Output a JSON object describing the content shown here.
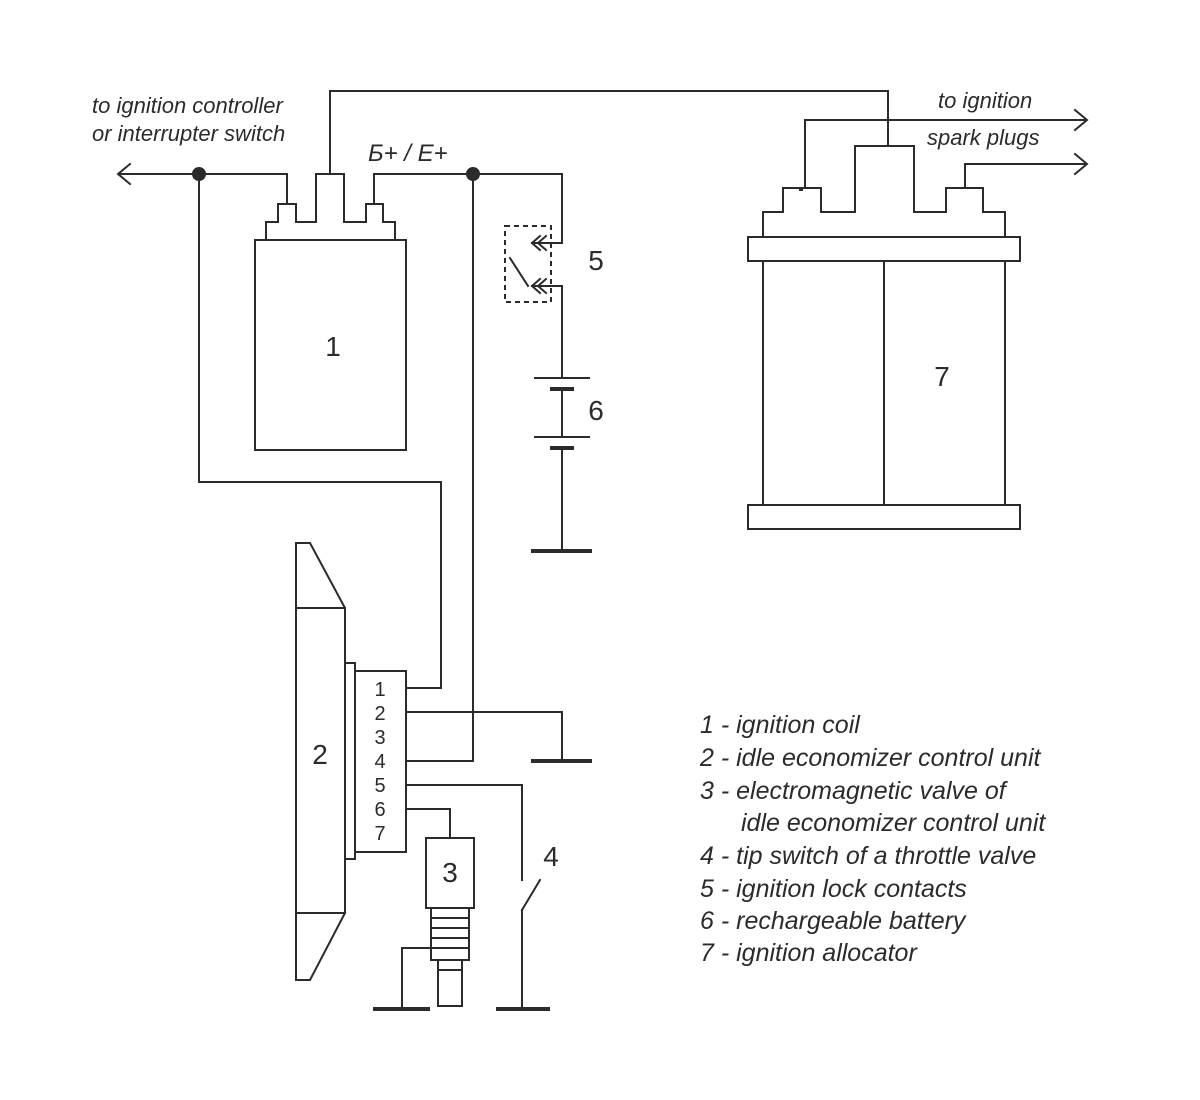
{
  "annotations": {
    "to_controller_line1": "to ignition controller",
    "to_controller_line2": "or interrupter switch",
    "supply": "Б+ / Е+",
    "to_plugs_line1": "to ignition",
    "to_plugs_line2": "spark plugs"
  },
  "component_numbers": {
    "coil": "1",
    "control_unit": "2",
    "valve": "3",
    "tip_switch": "4",
    "lock_contacts": "5",
    "battery": "6",
    "allocator": "7"
  },
  "connector_pins": [
    "1",
    "2",
    "3",
    "4",
    "5",
    "6",
    "7"
  ],
  "legend": [
    "1 - ignition coil",
    "2 - idle economizer control unit",
    "3 - electromagnetic valve of",
    "idle economizer control unit",
    "4 - tip switch of a throttle valve",
    "5 - ignition lock contacts",
    "6 - rechargeable battery",
    "7 - ignition allocator"
  ]
}
